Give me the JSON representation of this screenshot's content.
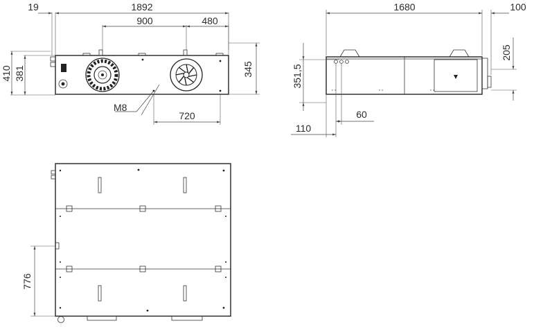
{
  "front_view": {
    "dims": {
      "overall_width": "1892",
      "edge_offset": "19",
      "fan_spacing": "900",
      "fan_offset": "480",
      "height_total": "410",
      "height_body": "381",
      "height_right": "345",
      "thread": "M8",
      "bottom_span": "720"
    }
  },
  "side_view": {
    "dims": {
      "length": "1680",
      "flange": "100",
      "height": "351,5",
      "duct_height": "205",
      "left_offset": "110",
      "port_spacing": "60"
    }
  },
  "top_view": {
    "dims": {
      "width": "776"
    }
  }
}
